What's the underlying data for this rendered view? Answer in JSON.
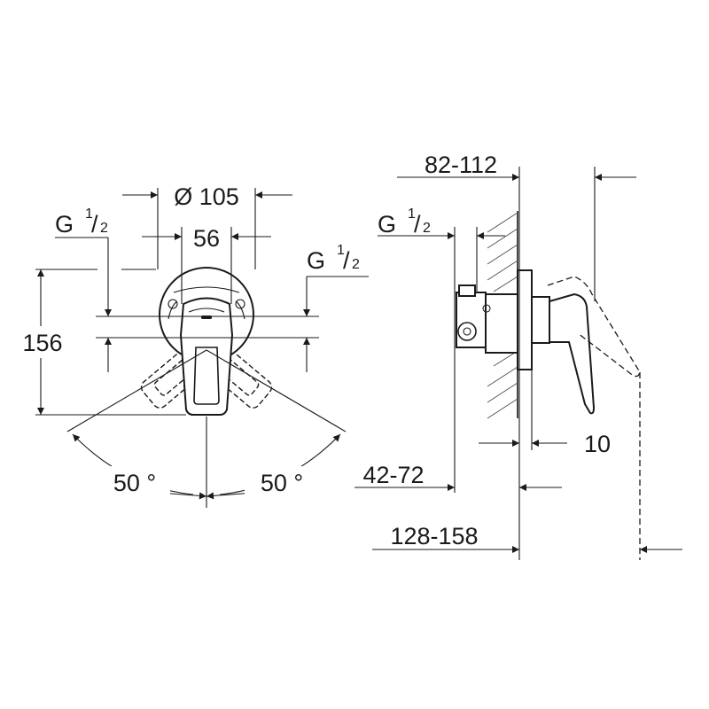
{
  "front_view": {
    "dia_label": "Ø 105",
    "width_label": "56",
    "height_label": "156",
    "thread_left": {
      "base": "G",
      "sup": "1",
      "sub": "2"
    },
    "thread_right": {
      "base": "G",
      "sup": "1",
      "sub": "2"
    },
    "angle_left": "50 °",
    "angle_right": "50 °"
  },
  "side_view": {
    "thread": {
      "base": "G",
      "sup": "1",
      "sub": "2"
    },
    "depth_range": "82-112",
    "wall_offset": "10",
    "body_range": "42-72",
    "total_range": "128-158"
  }
}
